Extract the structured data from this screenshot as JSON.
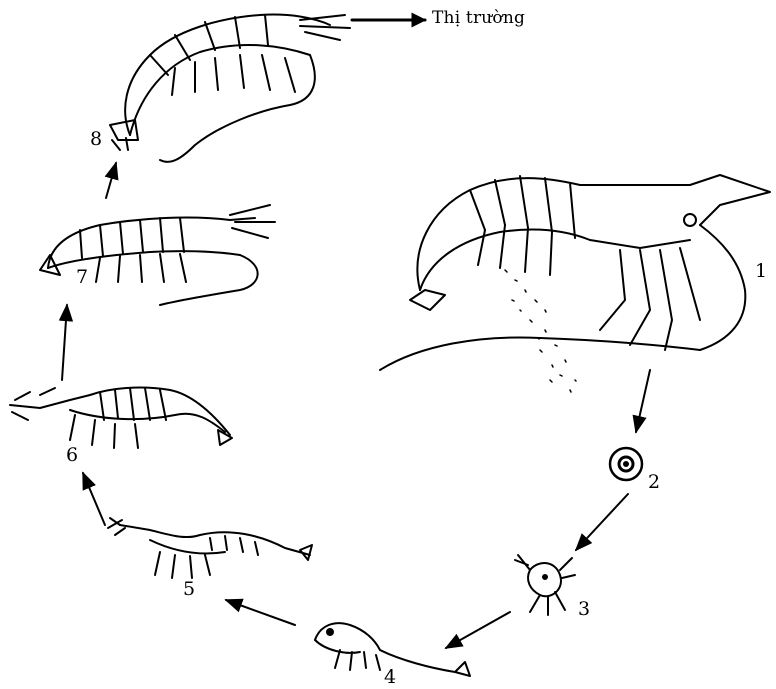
{
  "destination_label": "Thị trường",
  "stages": [
    {
      "id": "1",
      "label": "1",
      "icon": "adult-female-shrimp-spawning-icon"
    },
    {
      "id": "2",
      "label": "2",
      "icon": "egg-icon"
    },
    {
      "id": "3",
      "label": "3",
      "icon": "nauplius-larva-icon"
    },
    {
      "id": "4",
      "label": "4",
      "icon": "zoea-larva-icon"
    },
    {
      "id": "5",
      "label": "5",
      "icon": "mysis-larva-icon"
    },
    {
      "id": "6",
      "label": "6",
      "icon": "postlarva-icon"
    },
    {
      "id": "7",
      "label": "7",
      "icon": "juvenile-shrimp-icon"
    },
    {
      "id": "8",
      "label": "8",
      "icon": "adult-shrimp-icon"
    }
  ],
  "arrow_color": "#000000",
  "line_color": "#000000"
}
